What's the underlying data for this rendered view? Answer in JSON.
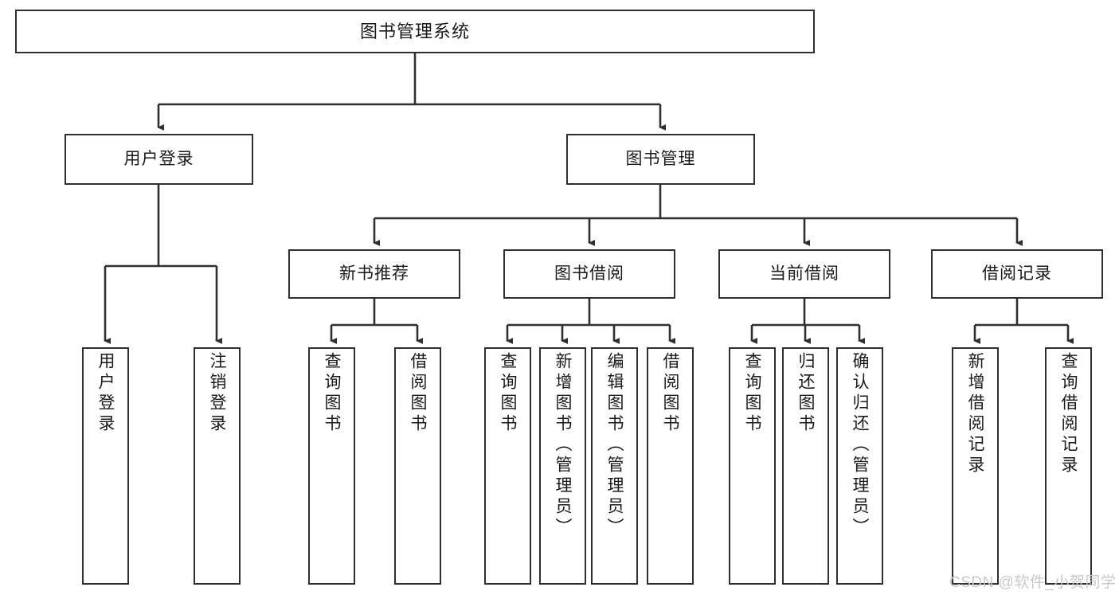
{
  "diagram": {
    "title": "图书管理系统",
    "type": "hierarchy-tree",
    "orientation": "top-down",
    "colors": {
      "stroke": "#2f2f2f",
      "fill": "#ffffff",
      "text": "#1a1a1a",
      "watermark": "#c9c9c9"
    },
    "nodes": {
      "root": {
        "label": "图书管理系统"
      },
      "level2": [
        {
          "label": "用户登录"
        },
        {
          "label": "图书管理"
        }
      ],
      "level3": [
        {
          "label": "新书推荐"
        },
        {
          "label": "图书借阅"
        },
        {
          "label": "当前借阅"
        },
        {
          "label": "借阅记录"
        }
      ],
      "leaves": {
        "user_login": [
          {
            "label": "用户登录"
          },
          {
            "label": "注销登录"
          }
        ],
        "new_book_recommend": [
          {
            "label": "查询图书"
          },
          {
            "label": "借阅图书"
          }
        ],
        "book_borrow": [
          {
            "label": "查询图书"
          },
          {
            "label": "新增图书（管理员）"
          },
          {
            "label": "编辑图书（管理员）"
          },
          {
            "label": "借阅图书"
          }
        ],
        "current_borrow": [
          {
            "label": "查询图书"
          },
          {
            "label": "归还图书"
          },
          {
            "label": "确认归还（管理员）"
          }
        ],
        "borrow_record": [
          {
            "label": "新增借阅记录"
          },
          {
            "label": "查询借阅记录"
          }
        ]
      }
    },
    "watermark": "CSDN @软件_小贺同学"
  }
}
